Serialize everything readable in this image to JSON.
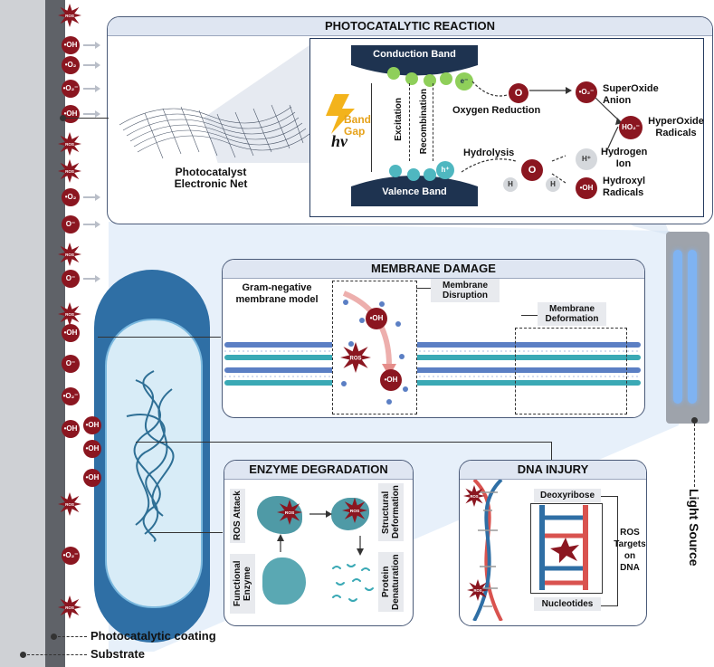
{
  "titles": {
    "photocatalytic_reaction": "PHOTOCATALYTIC REACTION",
    "membrane_damage": "MEMBRANE DAMAGE",
    "enzyme_degradation": "ENZYME DEGRADATION",
    "dna_injury": "DNA INJURY"
  },
  "reaction": {
    "conduction_band": "Conduction Band",
    "valence_band": "Valence Band",
    "band_gap": "Band Gap",
    "hv": "hν",
    "excitation": "Excitation",
    "recombination": "Recombination",
    "oxygen_reduction": "Oxygen Reduction",
    "hydrolysis": "Hydrolysis",
    "superoxide_anion": "SuperOxide Anion",
    "hyperoxide_radicals": "HyperOxide Radicals",
    "hydrogen_ion": "Hydrogen Ion",
    "hydroxyl_radicals": "Hydroxyl Radicals",
    "photocatalyst_net": "Photocatalyst Electronic Net",
    "electron": "e⁻",
    "hole": "h⁺",
    "oxygen": "O",
    "hydrogen": "H",
    "superoxide": "•O₂⁻",
    "ho2": "HO₂⁻",
    "h_plus": "H⁺",
    "oh": "•OH"
  },
  "membrane": {
    "model_label": "Gram-negative membrane model",
    "disruption": "Membrane Disruption",
    "deformation": "Membrane Deformation",
    "oh": "•OH",
    "ros": "ROS"
  },
  "enzyme": {
    "ros_attack": "ROS Attack",
    "functional_enzyme": "Functional Enzyme",
    "structural_deformation": "Structural Deformation",
    "protein_denaturation": "Protein Denaturation",
    "ros": "ROS"
  },
  "dna": {
    "deoxyribose": "Deoxyribose",
    "nucleotides": "Nucleotides",
    "ros_targets": "ROS Targets on DNA",
    "ros": "ROS"
  },
  "left_column": {
    "oh": "•OH",
    "o2": "•O₂",
    "o2m": "•O₂⁻",
    "ros": "ROS",
    "o": "O⁻"
  },
  "labels": {
    "coating": "Photocatalytic coating",
    "substrate": "Substrate",
    "light_source": "Light Source"
  },
  "colors": {
    "radical": "#8b1620",
    "panel_header": "#dfe6f2",
    "band_dark": "#1e3350",
    "electron_green": "#8fcf5a",
    "hole_teal": "#4fb7c0",
    "membrane_blue": "#5b7fc4",
    "uv_blue": "#7fb3f2"
  }
}
